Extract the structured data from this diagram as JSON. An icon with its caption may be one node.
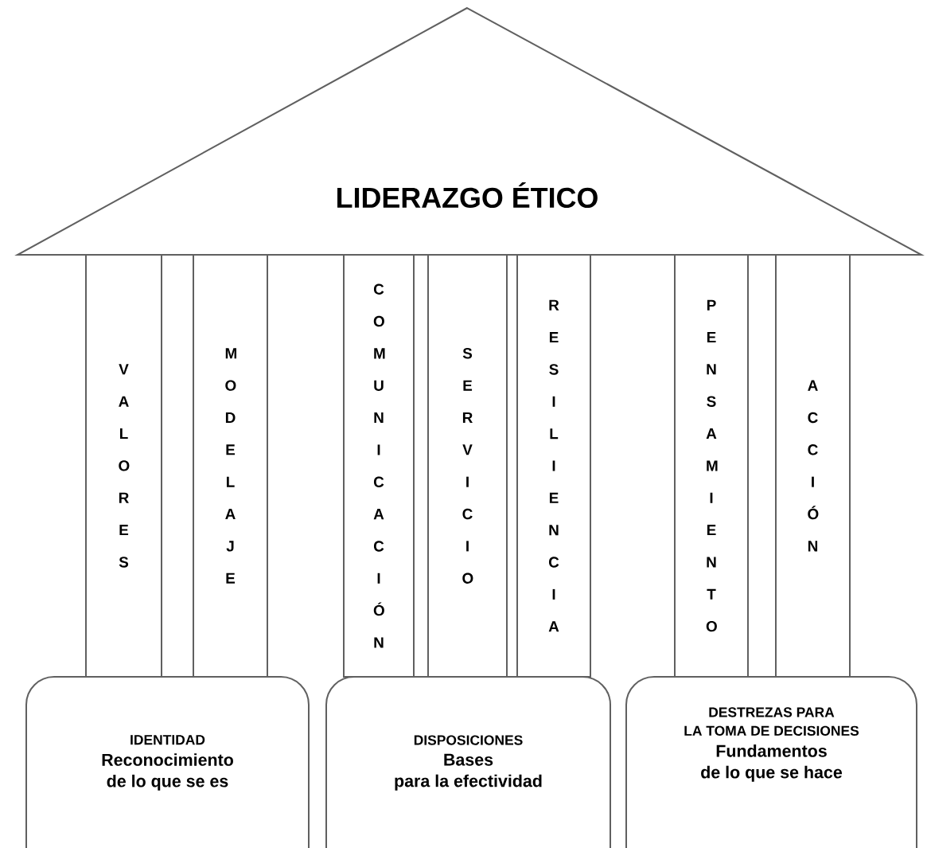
{
  "diagram": {
    "nodes": [
      {
        "text": [
          "LIDERAZGO ÉTICO"
        ]
      },
      {
        "text": [
          "V A L O R E S"
        ]
      },
      {
        "text": [
          "M O D E L A J E"
        ]
      },
      {
        "text": [
          "C O M U N I C A C I Ó N"
        ]
      },
      {
        "text": [
          "S E R V I C I O"
        ]
      },
      {
        "text": [
          "R E S I L I E N C I A"
        ]
      },
      {
        "text": [
          "P E N S A M I E N T O"
        ]
      },
      {
        "text": [
          "A C C I Ó N"
        ]
      },
      {
        "text": [
          "IDENTIDAD",
          "Reconocimiento",
          "de lo que se es"
        ]
      },
      {
        "text": [
          "DISPOSICIONES",
          "Bases",
          "para la efectividad"
        ]
      },
      {
        "text": [
          "DESTREZAS PARA",
          "LA TOMA DE DECISIONES",
          "Fundamentos",
          "de lo que se hace"
        ]
      }
    ]
  }
}
